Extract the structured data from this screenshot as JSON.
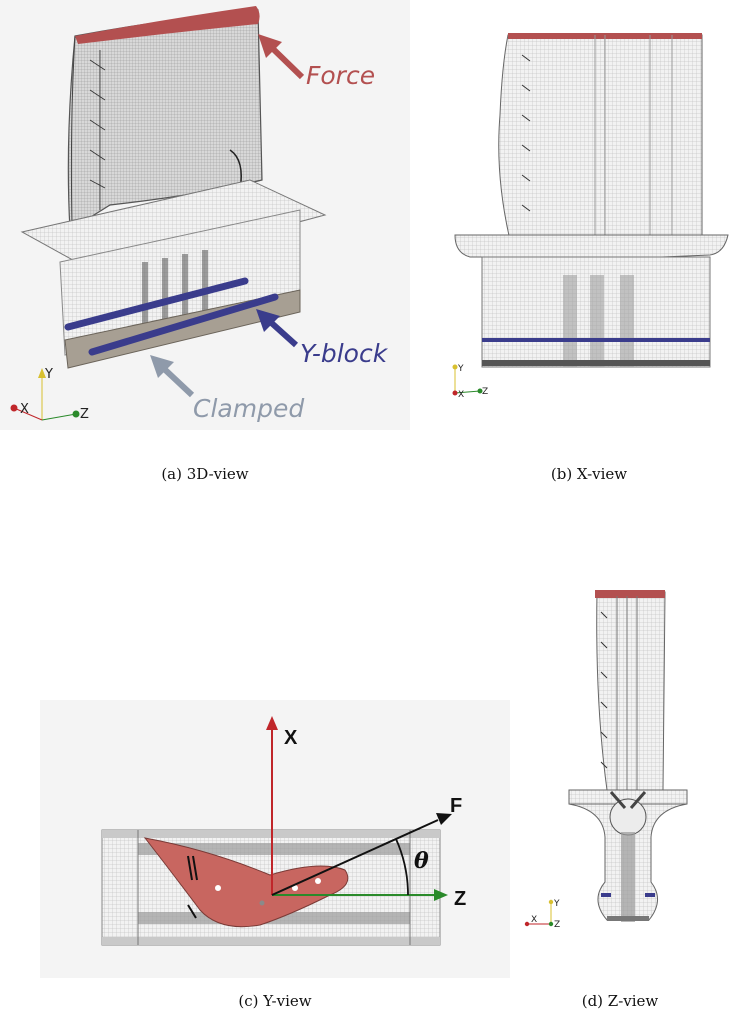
{
  "panels": {
    "a": {
      "caption": "(a) 3D-view",
      "labels": {
        "force": "Force",
        "yblock": "Y-block",
        "clamped": "Clamped"
      },
      "triad": {
        "x": "X",
        "y": "Y",
        "z": "Z"
      }
    },
    "b": {
      "caption": "(b) X-view",
      "triad": {
        "x": "X",
        "y": "Y",
        "z": "Z"
      }
    },
    "c": {
      "caption": "(c) Y-view",
      "axes": {
        "x": "X",
        "z": "Z",
        "f": "F",
        "angle": "θ"
      }
    },
    "d": {
      "caption": "(d) Z-view",
      "triad": {
        "x": "X",
        "y": "Y",
        "z": "Z"
      }
    }
  },
  "colors": {
    "force": "#b35050",
    "yblock": "#3a3c8c",
    "clamped": "#8f9aaa",
    "x_axis": "#c0262a",
    "z_axis": "#2a8a2a",
    "y_axis": "#d8c030",
    "mesh": "#9a9a9a"
  }
}
